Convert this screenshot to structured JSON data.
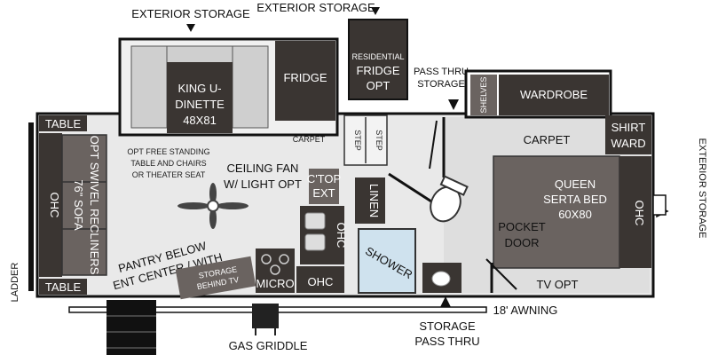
{
  "labels": {
    "exterior_storage_top_left": "EXTERIOR STORAGE",
    "exterior_storage_top_right": "EXTERIOR STORAGE",
    "exterior_storage_side": "EXTERIOR STORAGE",
    "king_dinette_l1": "KING U-",
    "king_dinette_l2": "DINETTE",
    "king_dinette_l3": "48X81",
    "fridge": "FRIDGE",
    "residential_fridge_l1": "RESIDENTIAL",
    "residential_fridge_l2": "FRIDGE",
    "residential_fridge_l3": "OPT",
    "pass_thru_storage_l1": "PASS THRU",
    "pass_thru_storage_l2": "STORAGE",
    "shelves": "SHELVES",
    "wardrobe": "WARDROBE",
    "shirt_ward_l1": "SHIRT",
    "shirt_ward_l2": "WARD",
    "table_top": "TABLE",
    "table_bottom": "TABLE",
    "ohc_left": "OHC",
    "sofa_l1": "76\" SOFA",
    "sofa_l2": "OPT SWIVEL RECLINERS",
    "carpet_slide": "CARPET",
    "carpet_bedroom": "CARPET",
    "opt_table_l1": "OPT FREE STANDING",
    "opt_table_l2": "TABLE AND CHAIRS",
    "opt_table_l3": "OR THEATER SEAT",
    "ceiling_fan_l1": "CEILING FAN",
    "ceiling_fan_l2": "W/ LIGHT OPT",
    "step_1": "STEP",
    "step_2": "STEP",
    "ctop_ext_l1": "C'TOP",
    "ctop_ext_l2": "EXT",
    "linen": "LINEN",
    "ohc_kitchen": "OHC",
    "pantry_l1": "PANTRY BELOW",
    "pantry_l2": "ENT CENTER / WITH",
    "storage_tv_l1": "STORAGE",
    "storage_tv_l2": "BEHIND TV",
    "micro": "MICRO",
    "ohc_micro": "OHC",
    "shower": "SHOWER",
    "queen_bed_l1": "QUEEN",
    "queen_bed_l2": "SERTA BED",
    "queen_bed_l3": "60X80",
    "ohc_bed": "OHC",
    "pocket_door_l1": "POCKET",
    "pocket_door_l2": "DOOR",
    "tv_opt": "TV OPT",
    "ladder": "LADDER",
    "awning": "18' AWNING",
    "storage_pass_thru_l1": "STORAGE",
    "storage_pass_thru_l2": "PASS THRU",
    "gas_griddle": "GAS GRIDDLE"
  },
  "colors": {
    "outline": "#111111",
    "dark_fill": "#3a3532",
    "medium_fill": "#6a6360",
    "floor": "#e6e6e6",
    "carpet": "#d9d9d9",
    "shower": "#cfe2ee"
  },
  "icons": {
    "fan": "ceiling-fan-icon",
    "sink": "sink-icon",
    "stove": "stove-burners-icon",
    "toilet": "toilet-icon",
    "arrow": "arrow-down-icon"
  }
}
